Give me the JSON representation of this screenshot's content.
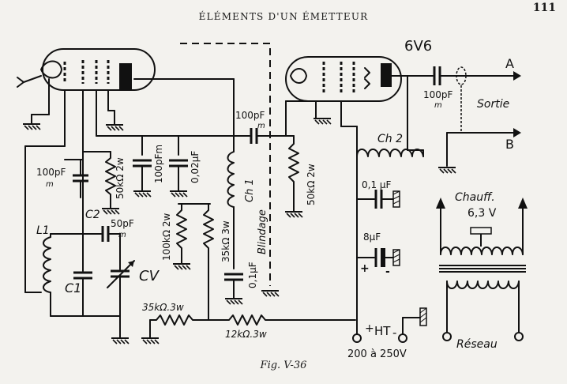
{
  "header": {
    "title": "ÉLÉMENTS D'UN ÉMETTEUR",
    "page_number": "111"
  },
  "caption": "Fig. V-36",
  "labels": {
    "tube2": "6V6",
    "c_grid_out": "100pF",
    "c_grid_out_sub": "m",
    "c_output": "100pF",
    "c_output_sub": "m",
    "sortie": "Sortie",
    "out_a": "A",
    "out_b": "B",
    "ch2": "Ch 2",
    "c01": "0,1 μF",
    "c8": "8μF",
    "plus": "+",
    "minus": "-",
    "chauff": "Chauff.",
    "chauff_v": "6,3 V",
    "reseau": "Réseau",
    "ht": "HT",
    "ht_plus": "+",
    "ht_minus": "-",
    "ht_range": "200 à 250V",
    "c_left_100": "100pF",
    "c_left_100_sub": "m",
    "r_left_50": "50kΩ 2w",
    "c_mid_100": "100pFm",
    "c_mid_002": "0,02μF",
    "r_50_2w": "50kΩ 2w",
    "ch1": "Ch 1",
    "blindage": "Blindage",
    "r_100": "100kΩ 2w",
    "r_35_3w": "35kΩ 3w",
    "c_01_lower": "0,1μF",
    "l1": "L1",
    "c2": "C2",
    "c_50": "50pF",
    "c_50_sub": "m",
    "c1": "C1",
    "cv": "CV",
    "r_35_3w_b": "35kΩ.3w",
    "r_12_3w": "12kΩ.3w"
  }
}
